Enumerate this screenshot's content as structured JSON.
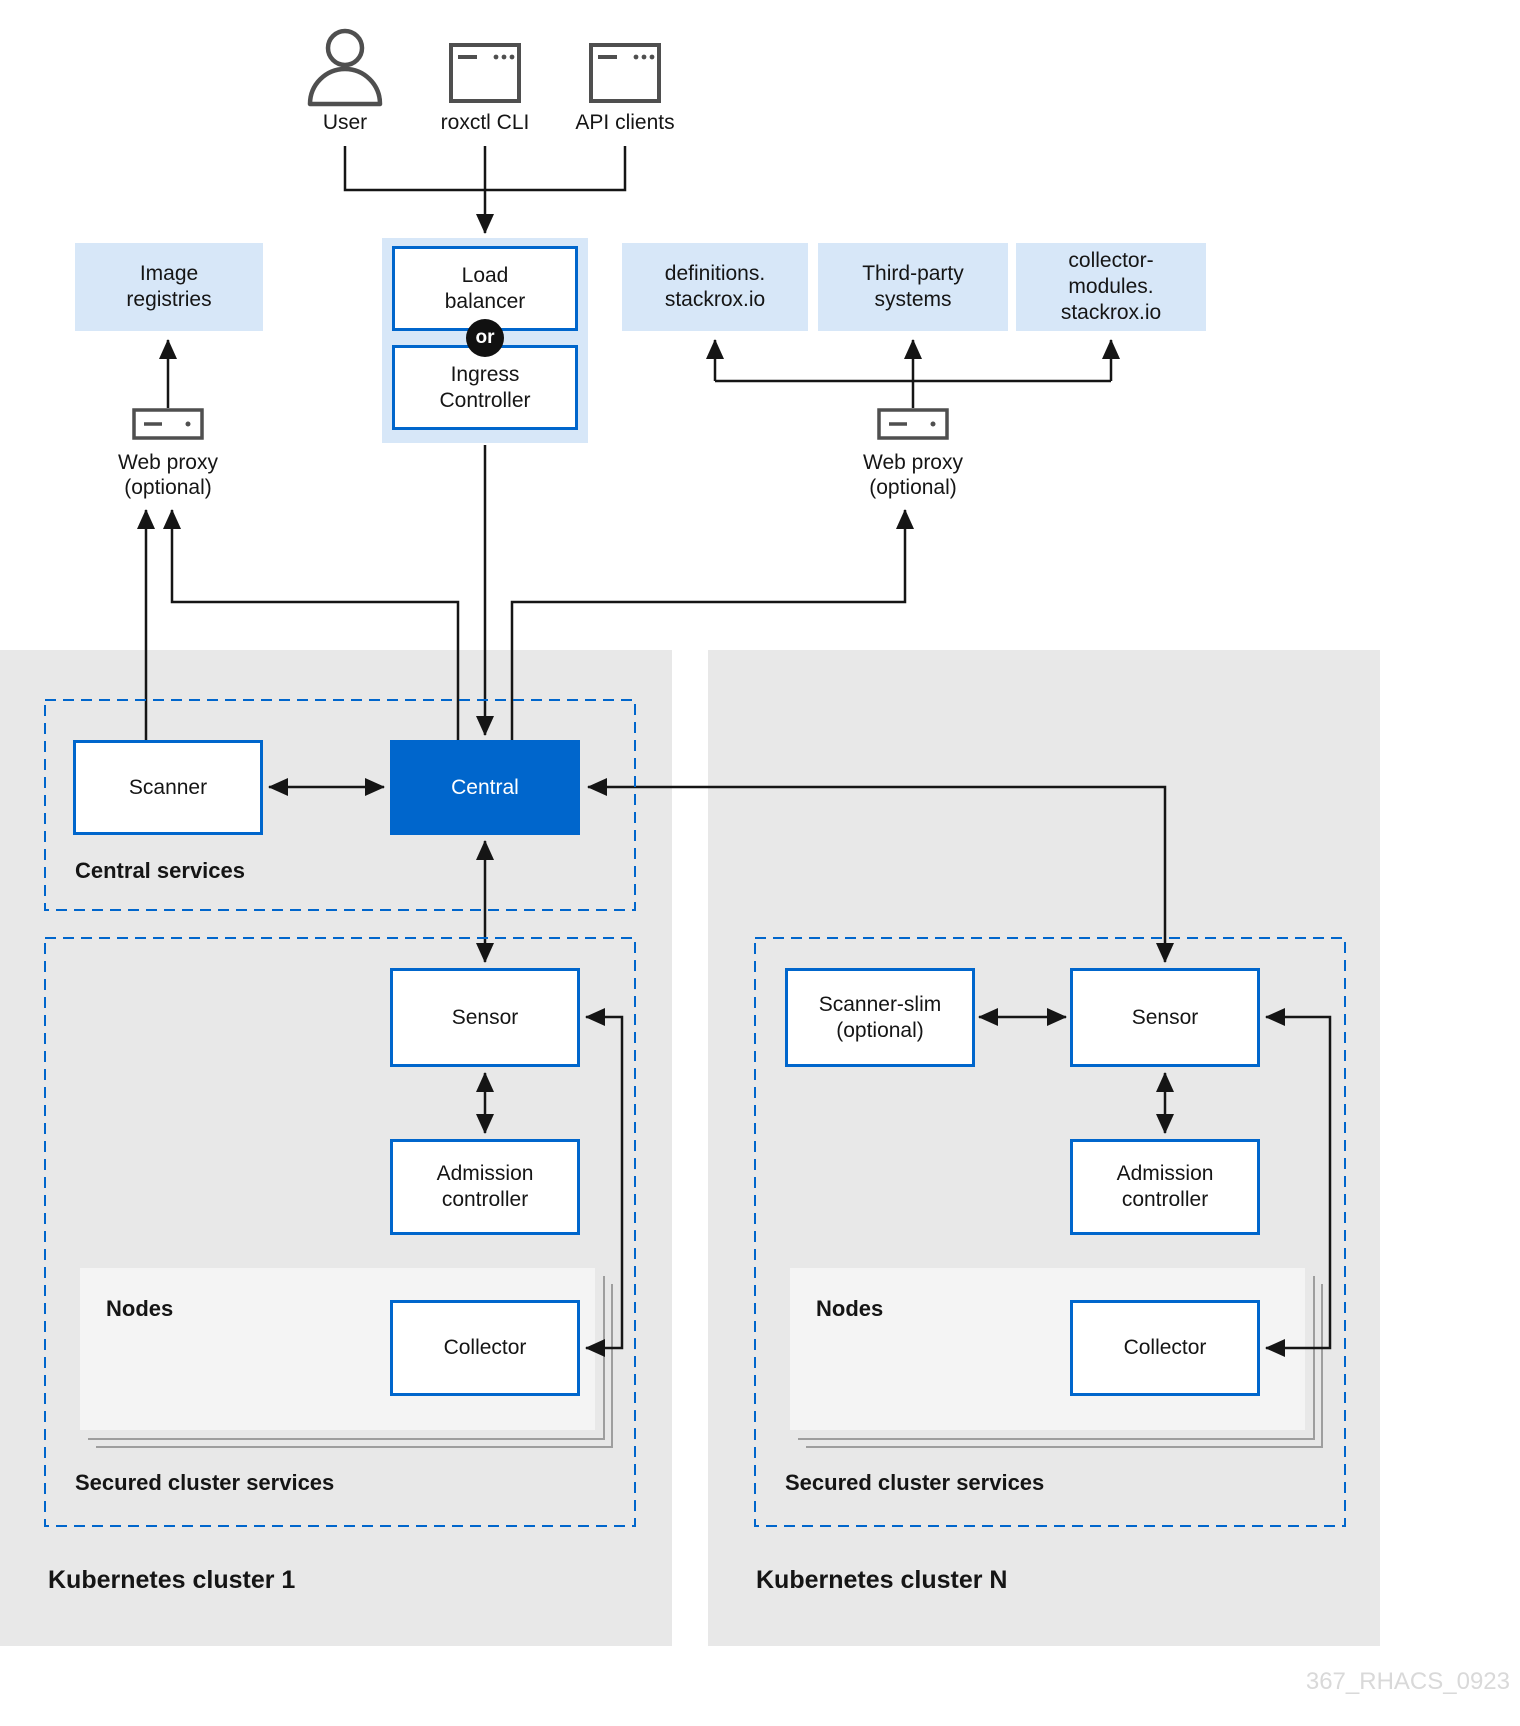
{
  "colors": {
    "accent_blue": "#0066cc",
    "light_blue_fill": "#d7e7f8",
    "central_fill": "#0066cc",
    "panel_gray": "#e8e8e8",
    "nodes_panel_gray": "#f4f4f4",
    "stack_line_gray": "#9e9e9e",
    "line_black": "#151515",
    "icon_gray": "#4f4f4f",
    "watermark_gray": "#d9d9d9"
  },
  "actors": {
    "user": {
      "icon": "person-icon",
      "label": "User"
    },
    "roxctl": {
      "icon": "terminal-window-icon",
      "label": "roxctl CLI"
    },
    "api": {
      "icon": "terminal-window-icon",
      "label": "API clients"
    }
  },
  "top_row": {
    "image_registries": {
      "lines": [
        "Image",
        "registries"
      ]
    },
    "load_balancer_group": {
      "load_balancer": {
        "lines": [
          "Load",
          "balancer"
        ]
      },
      "or_badge": "or",
      "ingress_controller": {
        "lines": [
          "Ingress",
          "Controller"
        ]
      }
    },
    "definitions": {
      "lines": [
        "definitions.",
        "stackrox.io"
      ]
    },
    "third_party": {
      "lines": [
        "Third-party",
        "systems"
      ]
    },
    "collector_modules": {
      "lines": [
        "collector-",
        "modules.",
        "stackrox.io"
      ]
    }
  },
  "web_proxy_left": {
    "icon": "proxy-server-icon",
    "label": "Web proxy",
    "optional": "(optional)"
  },
  "web_proxy_right": {
    "icon": "proxy-server-icon",
    "label": "Web proxy",
    "optional": "(optional)"
  },
  "central_services": {
    "title": "Central services",
    "scanner": "Scanner",
    "central": "Central"
  },
  "cluster_1": {
    "title": "Kubernetes cluster 1",
    "secured_services_label": "Secured cluster services",
    "sensor": "Sensor",
    "admission_controller": {
      "lines": [
        "Admission",
        "controller"
      ]
    },
    "nodes_label": "Nodes",
    "collector": "Collector"
  },
  "cluster_n": {
    "title": "Kubernetes cluster N",
    "secured_services_label": "Secured cluster services",
    "scanner_slim": {
      "lines": [
        "Scanner-slim",
        "(optional)"
      ]
    },
    "sensor": "Sensor",
    "admission_controller": {
      "lines": [
        "Admission",
        "controller"
      ]
    },
    "nodes_label": "Nodes",
    "collector": "Collector"
  },
  "watermark": "367_RHACS_0923"
}
